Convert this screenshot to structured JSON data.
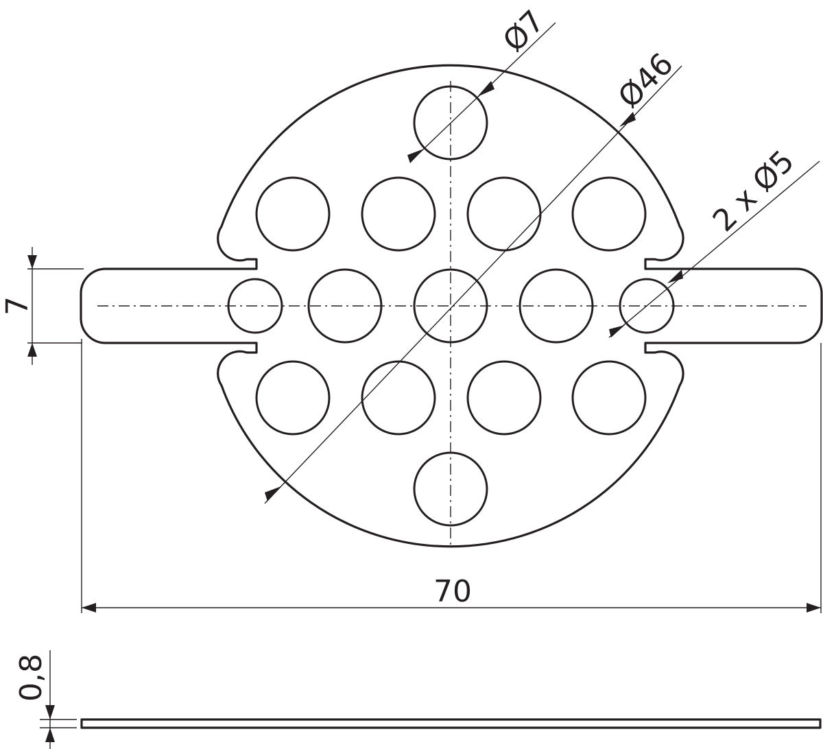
{
  "drawing": {
    "type": "technical-drawing",
    "subject": "perforated strainer plate with two tabs",
    "line_color": "#231f20",
    "background": "#ffffff"
  },
  "dimensions": {
    "hole_large": {
      "label": "Ø7",
      "value": 7,
      "unit": "mm"
    },
    "outer_diameter": {
      "label": "Ø46",
      "value": 46,
      "unit": "mm"
    },
    "hole_small": {
      "label": "2 x Ø5",
      "count": 2,
      "value": 5,
      "unit": "mm"
    },
    "tab_width": {
      "label": "7",
      "value": 7,
      "unit": "mm"
    },
    "overall_length": {
      "label": "70",
      "value": 70,
      "unit": "mm"
    },
    "thickness": {
      "label": "0,8",
      "value": 0.8,
      "unit": "mm"
    }
  },
  "holes": {
    "large_count": 13,
    "small_count": 2
  }
}
